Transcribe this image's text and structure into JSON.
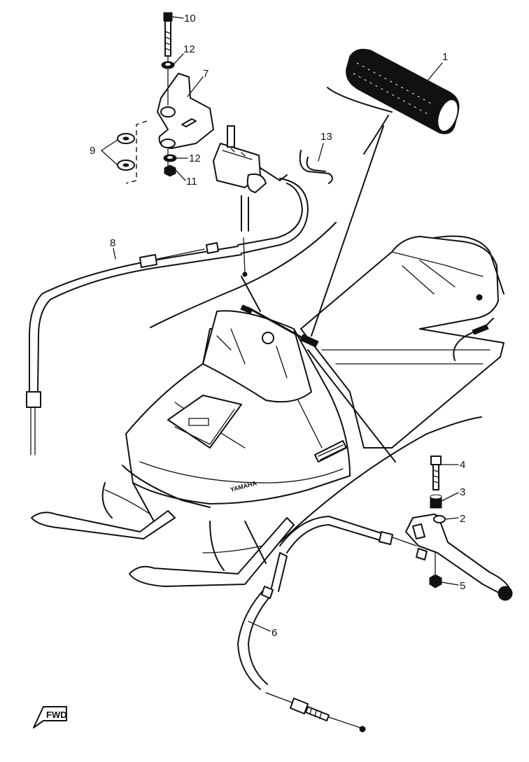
{
  "callouts": {
    "c1": "1",
    "c2": "2",
    "c3": "3",
    "c4": "4",
    "c5": "5",
    "c6": "6",
    "c7": "7",
    "c8": "8",
    "c9": "9",
    "c10": "10",
    "c11": "11",
    "c12a": "12",
    "c12b": "12",
    "c13": "13"
  },
  "fwd_label": "FWD",
  "brand_decal": "YAMAHA",
  "colors": {
    "ink": "#111111",
    "paper": "#ffffff"
  }
}
